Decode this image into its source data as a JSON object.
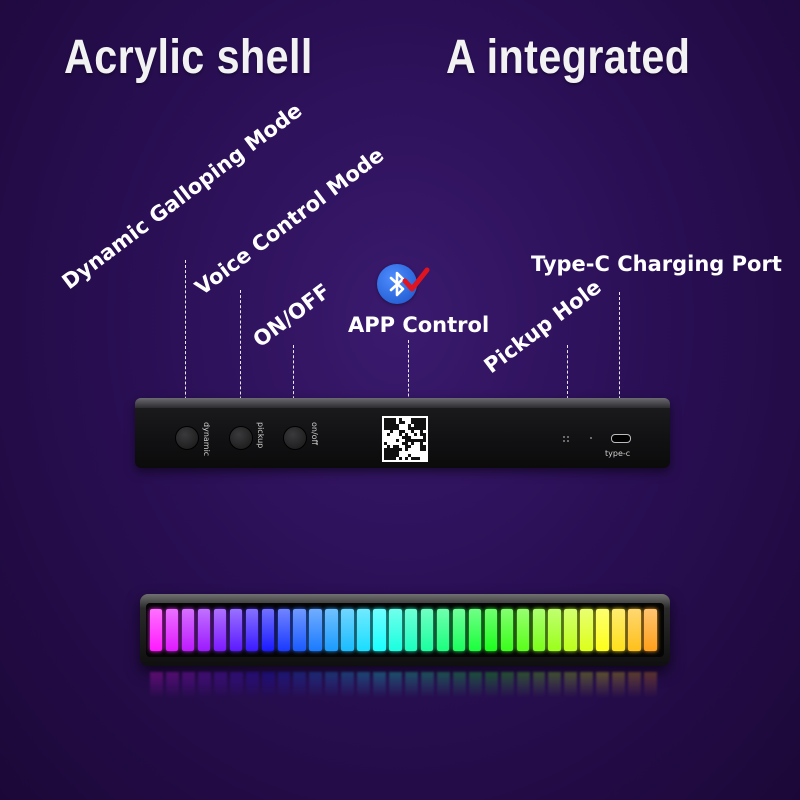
{
  "headlines": {
    "left": "Acrylic shell",
    "right": "A integrated"
  },
  "callouts": {
    "dynamic": "Dynamic Galloping Mode",
    "voice": "Voice Control Mode",
    "onoff": "ON/OFF",
    "app": "APP Control",
    "pickup": "Pickup Hole",
    "typec": "Type-C Charging Port"
  },
  "device_labels": {
    "dynamic": "dynamic",
    "pickup": "pickup",
    "onoff": "on/off",
    "typec": "type-c"
  },
  "icons": {
    "bluetooth": "bluetooth-icon",
    "check": "check-icon"
  },
  "colors": {
    "background": "#2a0f55",
    "bluetooth": "#2f6fe6",
    "check": "#e0141e"
  },
  "led_bar": {
    "count": 32
  }
}
